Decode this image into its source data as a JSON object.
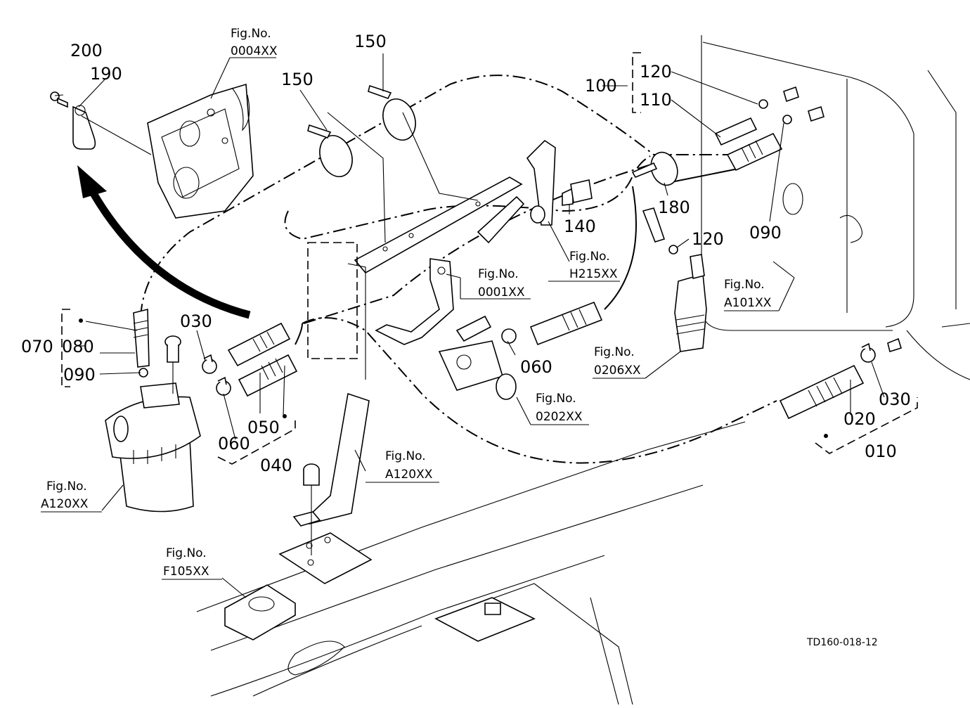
{
  "diagram": {
    "fig_prefix": "Fig.No.",
    "part_labels": [
      "200",
      "190",
      "150",
      "150",
      "100",
      "120",
      "110",
      "090",
      "180",
      "120",
      "140",
      "070",
      "080",
      "090",
      "030",
      "060",
      "050",
      "040",
      "060",
      "030",
      "020",
      "010"
    ],
    "fig_refs": [
      "0004XX",
      "0001XX",
      "H215XX",
      "A101XX",
      "0206XX",
      "0202XX",
      "A120XX",
      "A120XX",
      "F105XX"
    ],
    "drawing_code": "TD160-018-12"
  }
}
